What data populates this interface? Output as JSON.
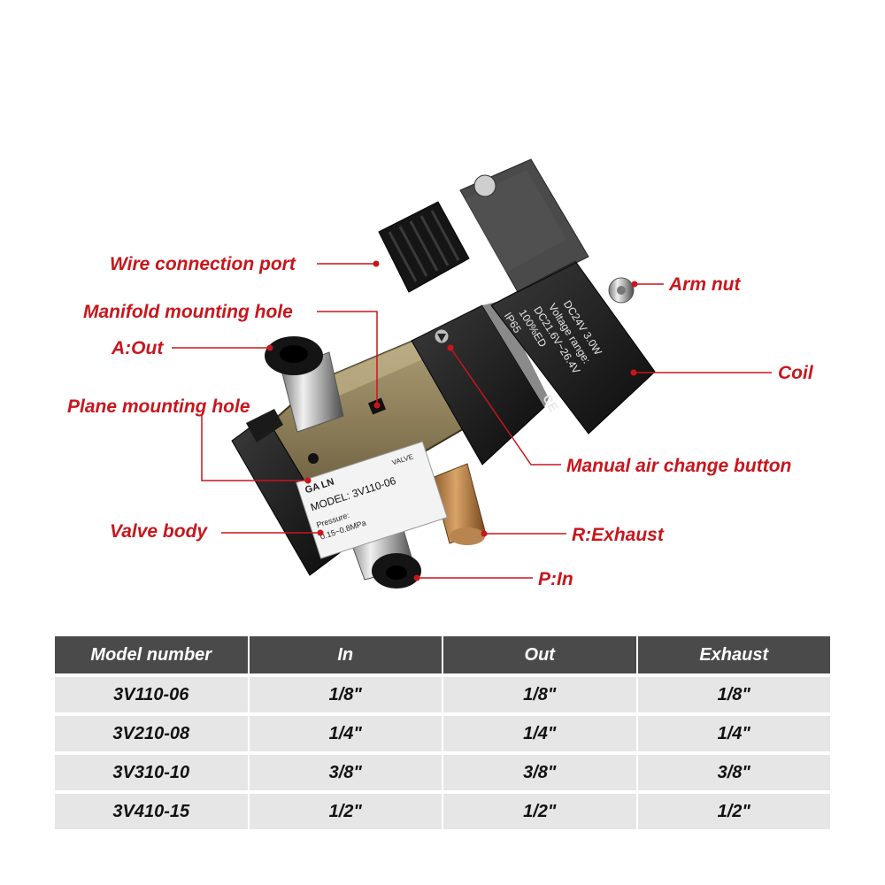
{
  "callouts": {
    "wire_connection_port": "Wire connection port",
    "manifold_mounting_hole": "Manifold mounting hole",
    "a_out": "A:Out",
    "plane_mounting_hole": "Plane mounting hole",
    "valve_body": "Valve body",
    "arm_nut": "Arm nut",
    "coil": "Coil",
    "manual_air_change_button": "Manual air change button",
    "r_exhaust": "R:Exhaust",
    "p_in": "P:In"
  },
  "coil_print": {
    "line1": "DC24V 3.0W",
    "line2": "Voltage range:",
    "line3": "DC21.6V~26.4V",
    "line4": "100%ED",
    "line5": "IP65",
    "ce": "CE"
  },
  "body_label": {
    "brand": "GA LN",
    "valve": "VALVE",
    "model": "MODEL: 3V110-06",
    "pressure": "Pressure:",
    "pressure_range": "0.15~0.8MPa"
  },
  "table": {
    "headers": [
      "Model number",
      "In",
      "Out",
      "Exhaust"
    ],
    "rows": [
      [
        "3V110-06",
        "1/8\"",
        "1/8\"",
        "1/8\""
      ],
      [
        "3V210-08",
        "1/4\"",
        "1/4\"",
        "1/4\""
      ],
      [
        "3V310-10",
        "3/8\"",
        "3/8\"",
        "3/8\""
      ],
      [
        "3V410-15",
        "1/2\"",
        "1/2\"",
        "1/2\""
      ]
    ]
  },
  "colors": {
    "callout": "#c8161d",
    "header_bg": "#4a4a4a",
    "row_bg": "#e6e6e6"
  }
}
